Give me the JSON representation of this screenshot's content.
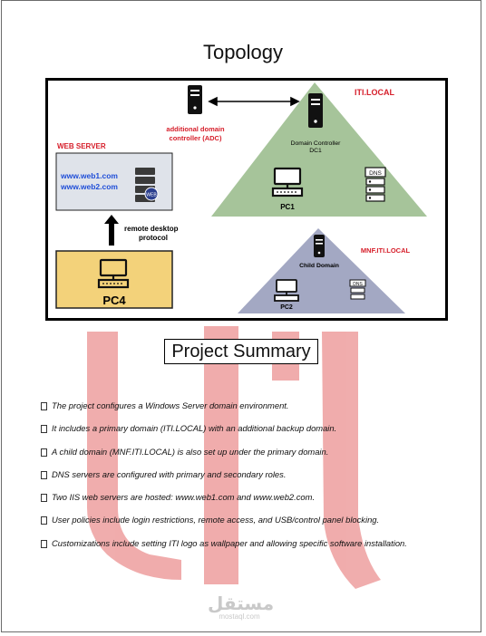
{
  "title": "Topology",
  "diagram": {
    "web_server_title": "WEB SERVER",
    "websites": [
      "www.web1.com",
      "www.web2.com"
    ],
    "rdp_label_line1": "remote desktop",
    "rdp_label_line2": "protocol",
    "pc4_label": "PC4",
    "adc_label_line1": "additional domain",
    "adc_label_line2": "controller (ADC)",
    "parent_domain": "ITI.LOCAL",
    "dc_label_line1": "Domain Controller",
    "dc_label_line2": "DC1",
    "dns_label": "DNS",
    "pc1_label": "PC1",
    "child_domain": "MNF.ITI.LOCAL",
    "child_domain_label": "Child Domain",
    "pc2_label": "PC2",
    "colors": {
      "parent_triangle": "#a6c49a",
      "child_triangle": "#a3a8c3",
      "pc4_box": "#f3d27a",
      "web_box": "#dfe3ea",
      "accent_red": "#d61e2a",
      "link_blue": "#1f4ed8"
    }
  },
  "summary": {
    "title": "Project Summary",
    "items": [
      "The project configures a Windows Server domain environment.",
      "It includes a primary domain (ITI.LOCAL) with an additional backup domain.",
      "A child domain (MNF.ITI.LOCAL) is also set up under the primary domain.",
      "DNS servers are configured with primary and secondary roles.",
      "Two IIS web servers are hosted: www.web1.com and www.web2.com.",
      "User policies include login restrictions, remote access, and USB/control panel blocking.",
      "Customizations include setting ITI logo as wallpaper and allowing specific software installation."
    ]
  },
  "watermark": {
    "arabic": "مستقل",
    "latin": "mostaql.com",
    "color": "#e05a5a"
  }
}
